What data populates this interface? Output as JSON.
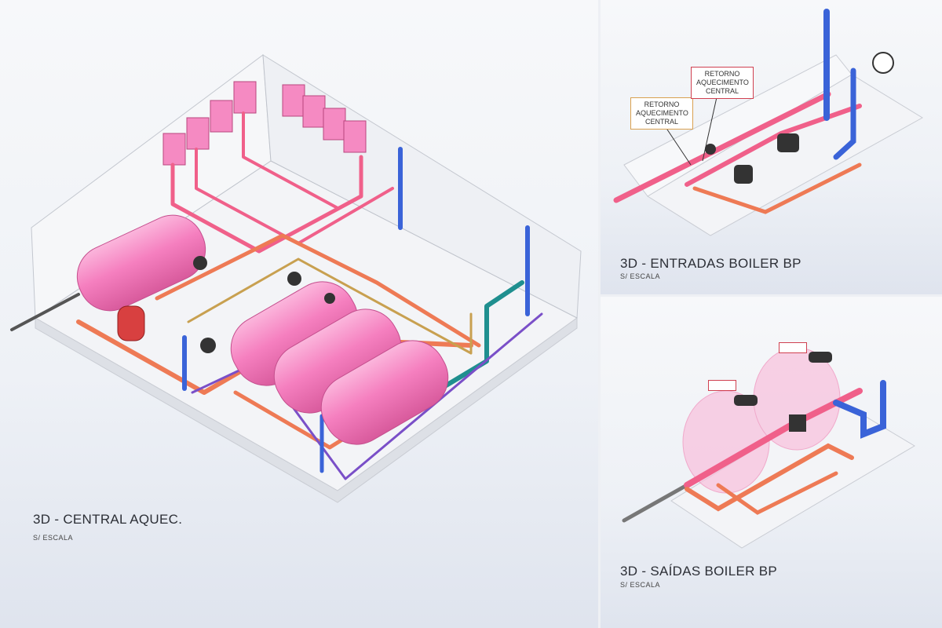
{
  "panels": {
    "main": {
      "title": "3D - CENTRAL AQUEC.",
      "subtitle": "S/ ESCALA"
    },
    "inputs": {
      "title": "3D - ENTRADAS BOILER BP",
      "subtitle": "S/ ESCALA",
      "callouts": [
        {
          "text": "RETORNO AQUECIMENTO CENTRAL",
          "color": "#d9a050"
        },
        {
          "text": "RETORNO AQUECIMENTO CENTRAL",
          "color": "#d04050"
        }
      ]
    },
    "outputs": {
      "title": "3D - SAÍDAS BOILER BP",
      "subtitle": "S/ ESCALA"
    }
  },
  "colors": {
    "tank": "#f57fbf",
    "hot_pipe": "#f0608a",
    "copper_pipe": "#ee7a55",
    "cold_pipe": "#3a63d8",
    "teal_pipe": "#1f8f8f",
    "purple_pipe": "#7a4fc8",
    "wall": "#f4f5f8"
  }
}
